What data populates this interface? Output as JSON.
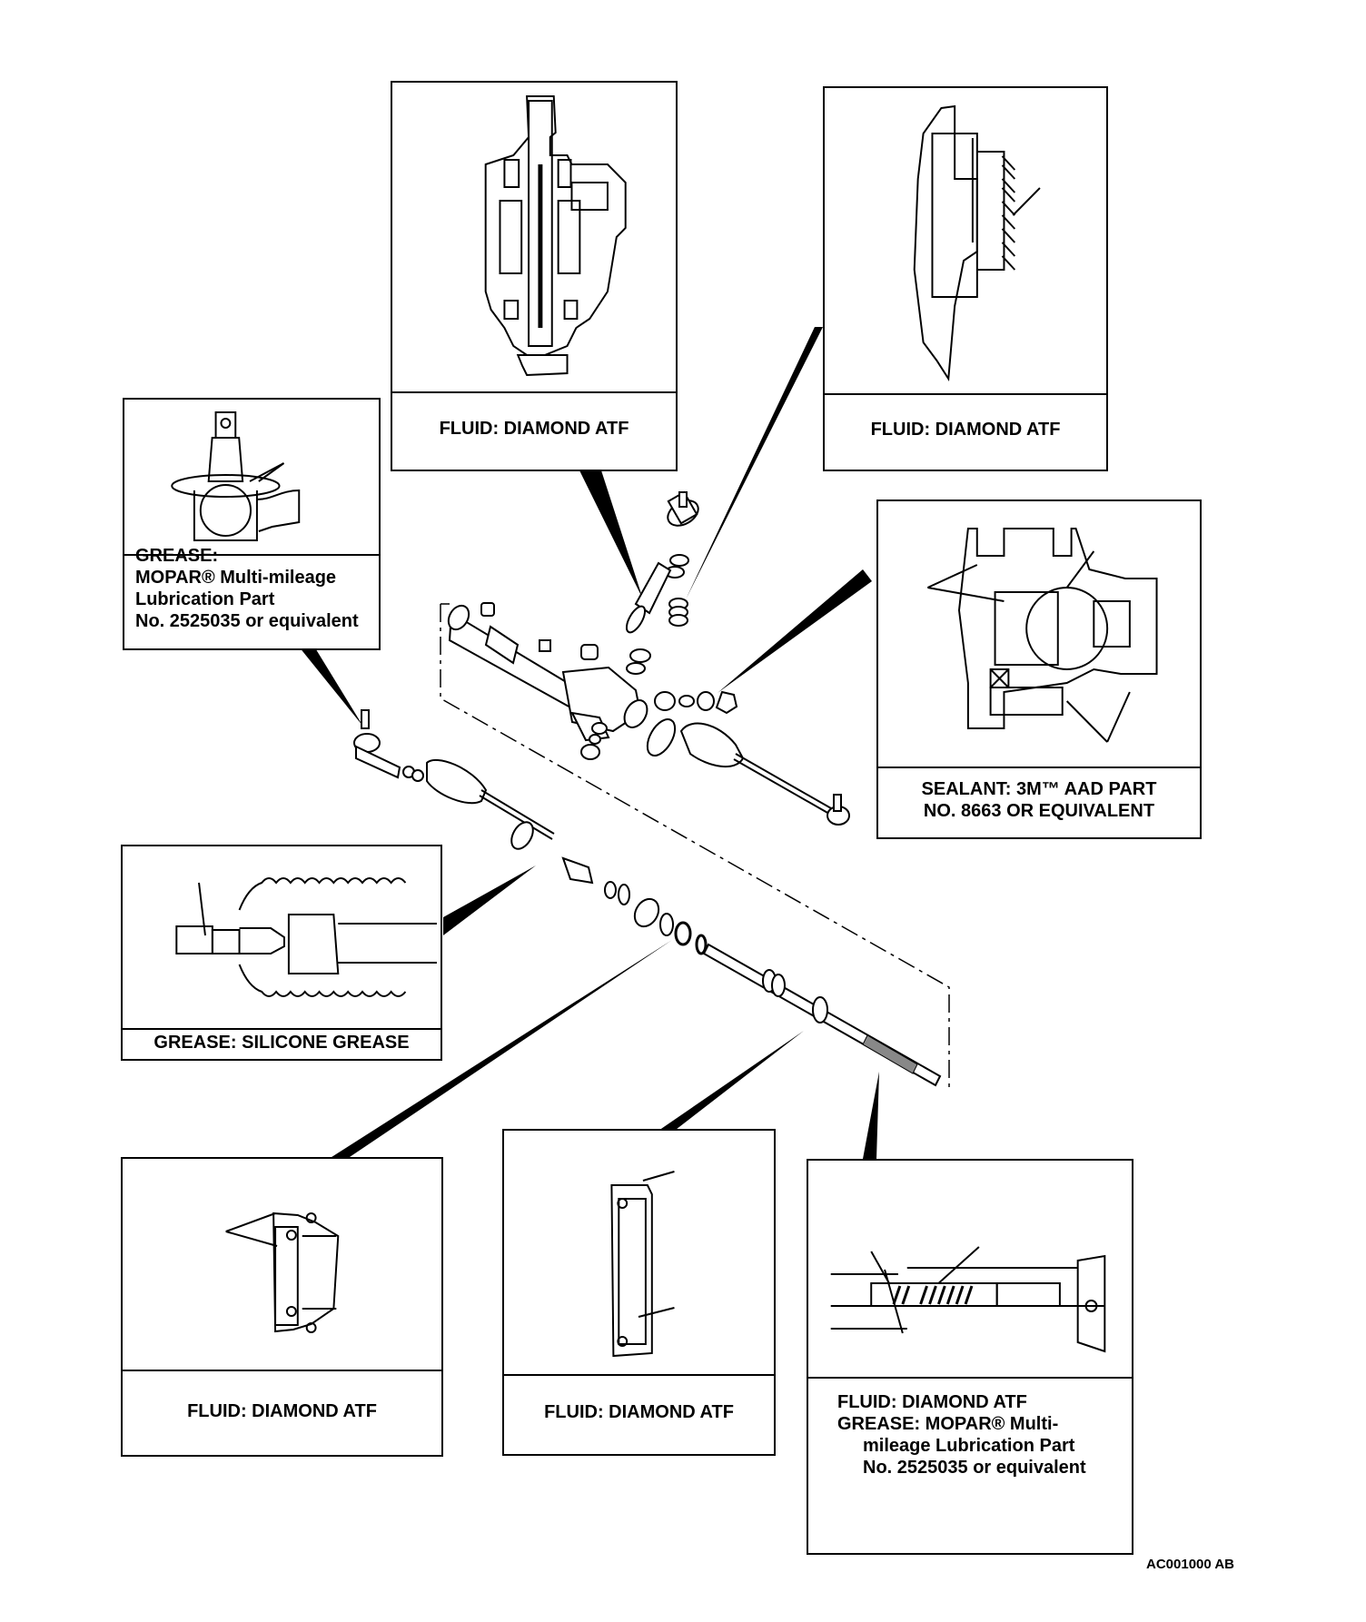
{
  "figure_id": "AC001000 AB",
  "callouts": {
    "pinion_housing": {
      "caption": "FLUID: DIAMOND ATF",
      "icons": [
        "oil-can-icon",
        "oil-can-icon"
      ]
    },
    "valve_seal": {
      "caption": "FLUID: DIAMOND ATF",
      "icons": [
        "oil-can-icon"
      ]
    },
    "tie_rod_end": {
      "caption_lines": [
        "GREASE:",
        "MOPAR® Multi-mileage",
        "Lubrication Part",
        "No. 2525035 or equivalent"
      ],
      "icons": [
        "grease-tube-icon"
      ]
    },
    "rack_support": {
      "caption_lines": [
        "SEALANT: 3M™ AAD PART",
        "NO. 8663 OR EQUIVALENT"
      ],
      "icons": [
        "grease-tube-icon",
        "grease-tube-icon",
        "sealant-tube-icon"
      ]
    },
    "boot_band": {
      "caption": "GREASE: SILICONE GREASE",
      "icons": [
        "grease-tube-icon"
      ]
    },
    "rack_bushing": {
      "caption": "FLUID: DIAMOND ATF",
      "icons": [
        "oil-can-icon"
      ]
    },
    "rack_seal": {
      "caption": "FLUID: DIAMOND ATF",
      "icons": [
        "oil-can-icon",
        "oil-can-icon"
      ]
    },
    "rack_teeth": {
      "caption_lines": [
        "FLUID: DIAMOND ATF",
        "GREASE: MOPAR® Multi-",
        "mileage Lubrication Part",
        "No. 2525035 or equivalent"
      ],
      "icons": [
        "oil-can-icon",
        "grease-tube-icon"
      ]
    }
  }
}
